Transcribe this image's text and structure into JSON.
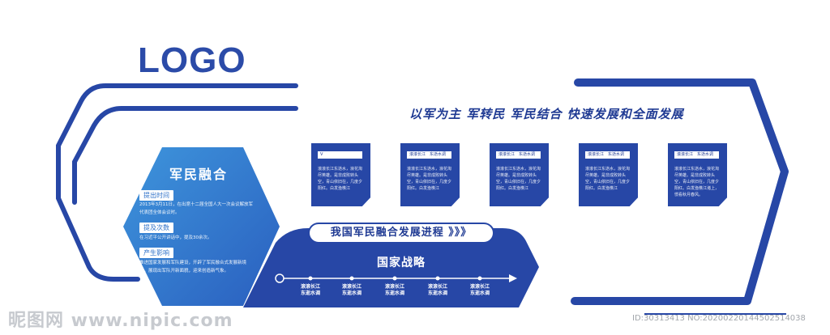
{
  "logo": "LOGO",
  "slogan": "以军为主 军转民 军民结合 快速发展和全面发展",
  "left_panel": {
    "title": "军民融合",
    "sections": [
      {
        "tag": "提出时间",
        "text": "2013年3月11日，在出席十二届全国人大一次会议解放军代表团全体会议时。"
      },
      {
        "tag": "提及次数",
        "text": "在习近平公开讲话中，提及30余次。"
      },
      {
        "tag": "产生影响",
        "text": "推进国家发展和军队建设，开辟了军民融合式发展新境界，展现出军队开新面貌，迎来创造新气象。"
      }
    ]
  },
  "cards": [
    {
      "tag": "V",
      "text": "滚滚长江东逝水，浪花淘尽英雄。是非成败转头空，青山依旧在，几度夕阳红。白发渔樵江"
    },
    {
      "tag": "滚滚长江　东逝水调",
      "text": "滚滚长江东逝水，浪花淘尽英雄。是非成败转头空，青山依旧在，几度夕阳红。白发渔樵江"
    },
    {
      "tag": "滚滚长江　东逝水调",
      "text": "滚滚长江东逝水，浪花淘尽英雄。是非成败转头空，青山依旧在，几度夕阳红。白发渔樵江"
    },
    {
      "tag": "滚滚长江　东逝水调",
      "text": "滚滚长江东逝水，浪花淘尽英雄。是非成败转头空，青山依旧在，几度夕阳红。白发渔樵江"
    },
    {
      "tag": "滚滚长江　东逝水调",
      "text": "滚滚长江东逝水，浪花淘尽英雄。是非成败转头空，青山依旧在，几度夕阳红。白发渔樵江渚上，惯看秋月春风。"
    }
  ],
  "process": {
    "title": "我国军民融合发展进程",
    "arrows": "》》》",
    "subtitle": "国家战略",
    "timeline": [
      {
        "line1": "滚滚长江",
        "line2": "东逝水调"
      },
      {
        "line1": "滚滚长江",
        "line2": "东逝水调"
      },
      {
        "line1": "滚滚长江",
        "line2": "东逝水调"
      },
      {
        "line1": "滚滚长江",
        "line2": "东逝水调"
      },
      {
        "line1": "滚滚长江",
        "line2": "东逝水调"
      }
    ]
  },
  "watermark": {
    "left": "昵图网 www.nipic.com",
    "right": "ID:30313413 NO:20200220144502514038"
  },
  "colors": {
    "primary": "#2747a6",
    "dark": "#1f3a93",
    "hex_light": "#3a8ad6",
    "hex_dark": "#2a62c0",
    "accent_light": "#6ec6e8"
  }
}
